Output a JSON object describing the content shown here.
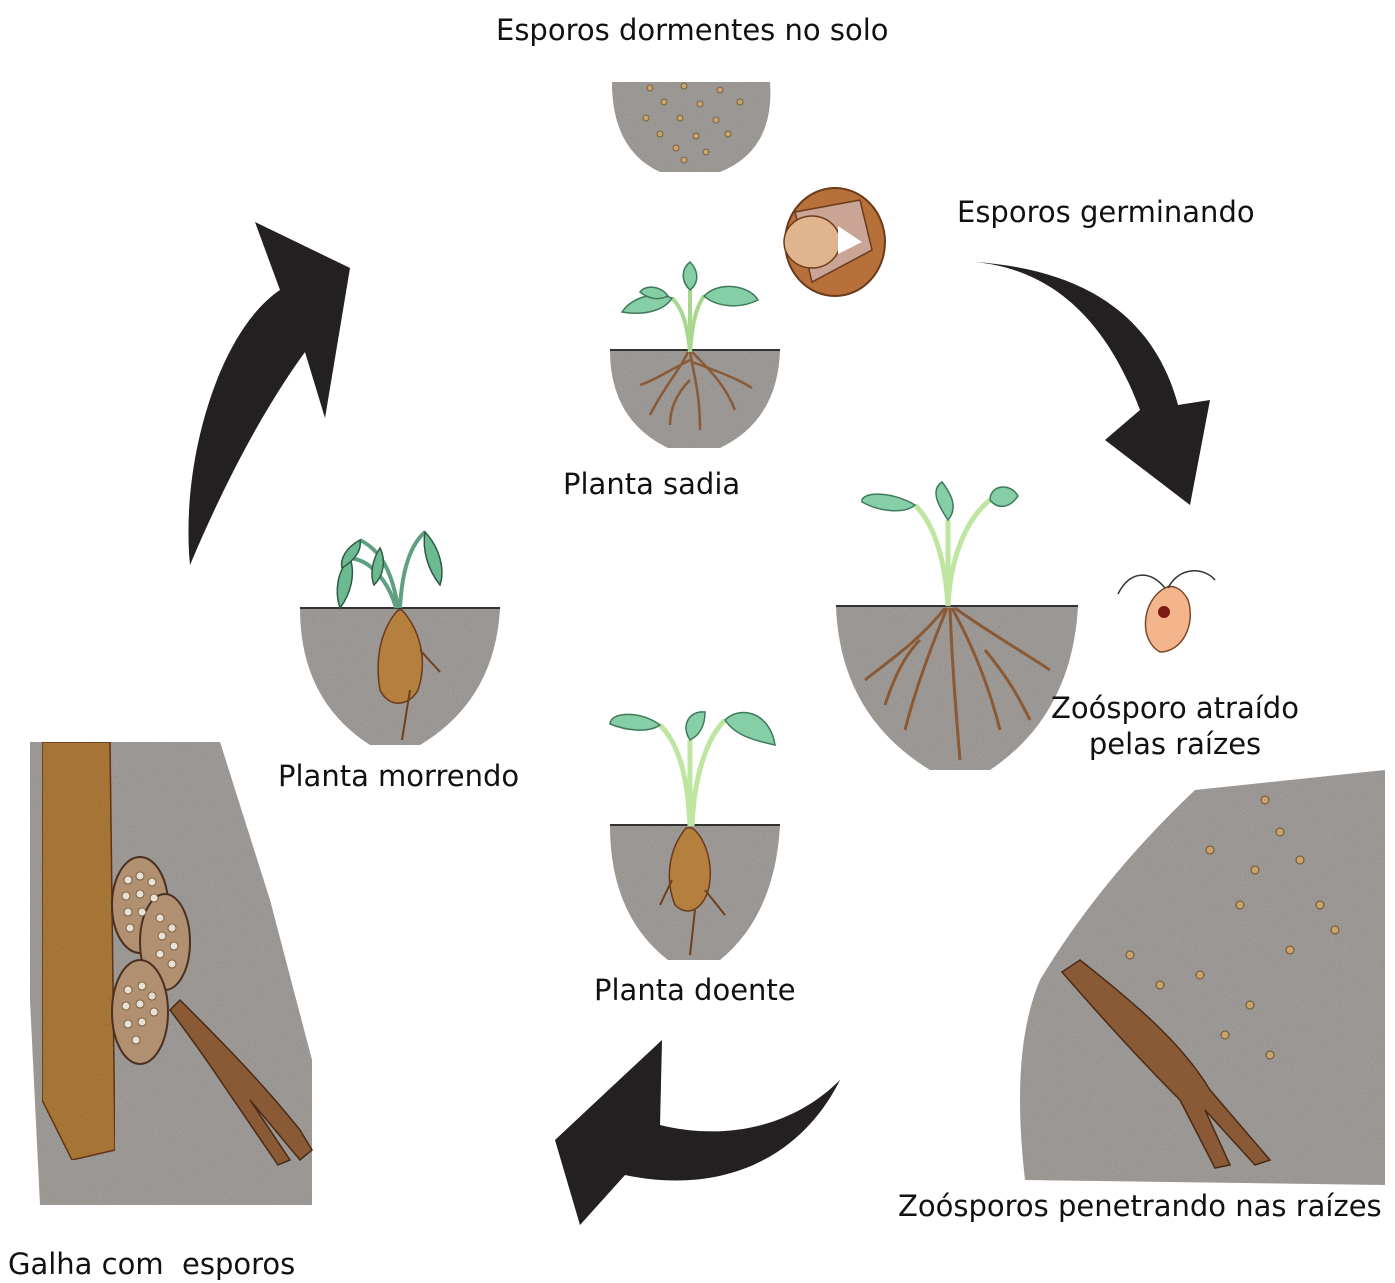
{
  "diagram": {
    "labels": {
      "dormant_spores": "Esporos dormentes no solo",
      "germinating_spores": "Esporos germinando",
      "healthy_plant": "Planta sadia",
      "zoospore_attracted_line1": "Zoósporo atraído",
      "zoospore_attracted_line2": "pelas raízes",
      "dying_plant": "Planta morrendo",
      "diseased_plant": "Planta doente",
      "zoospores_penetrating": "Zoósporos penetrando nas raízes",
      "gall_with_spores": "Galha com  esporos"
    },
    "colors": {
      "arrow": "#2a2628",
      "soil": "#9e9a98",
      "leaf": "#86cfa6",
      "stem": "#bfe6a0",
      "root": "#8a5a36",
      "gall_root": "#b5803e",
      "spore": "#c9a46c",
      "zoospore": "#f4b48c"
    }
  }
}
